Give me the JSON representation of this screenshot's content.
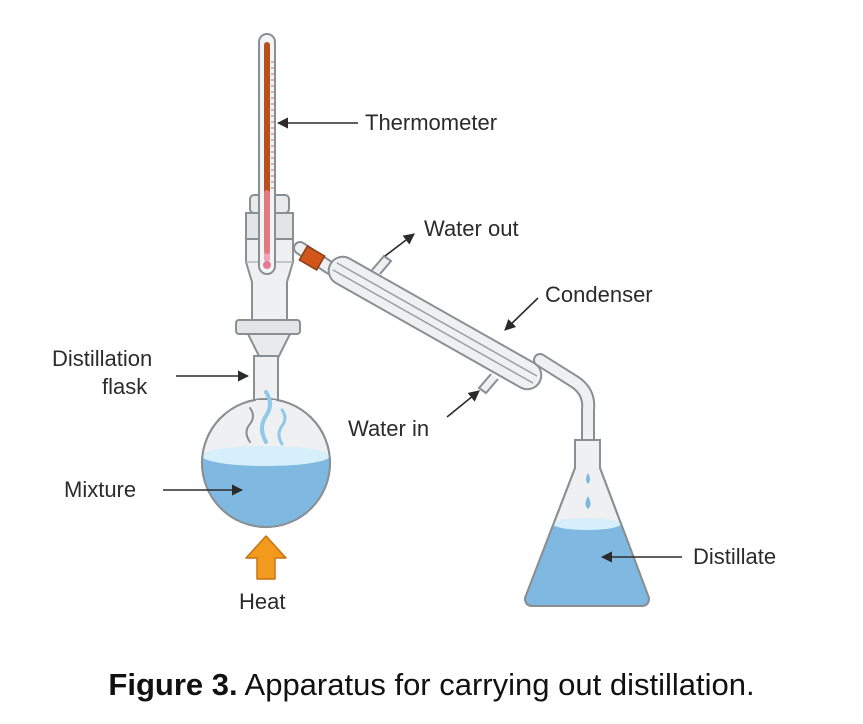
{
  "labels": {
    "thermometer": "Thermometer",
    "water_out": "Water out",
    "condenser": "Condenser",
    "distillation_flask_line1": "Distillation",
    "distillation_flask_line2": "flask",
    "water_in": "Water in",
    "mixture": "Mixture",
    "heat": "Heat",
    "distillate": "Distillate"
  },
  "caption": {
    "prefix": "Figure 3.",
    "text": " Apparatus for carrying out distillation."
  },
  "colors": {
    "liquid": "#7fb8e0",
    "liquid_surface": "#d6f0fb",
    "glass": "#eef0f1",
    "glass_outline": "#8a8f93",
    "thermometer_fluid": "#b8501e",
    "stopper": "#d2561c",
    "heat_arrow": "#f29a1e",
    "vapour": "#8ec8ea"
  }
}
